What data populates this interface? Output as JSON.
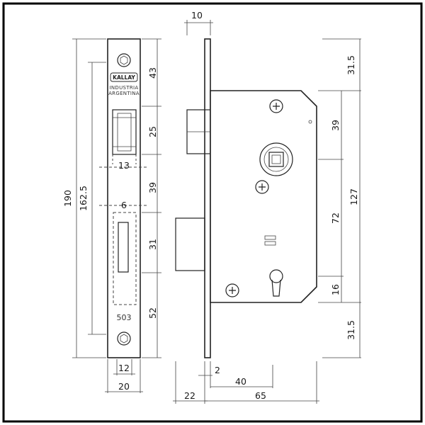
{
  "brand": {
    "logo_text": "KALLAY",
    "line1": "INDUSTRIA",
    "line2": "ARGENTINA",
    "model": "503"
  },
  "dimensions": {
    "backset_top": "10",
    "total_height": "190",
    "screw_spacing": "162.5",
    "seg_43": "43",
    "seg_25": "25",
    "seg_39_left": "39",
    "seg_31": "31",
    "seg_52": "52",
    "latch_width": "13",
    "bolt_width": "6",
    "faceplate_inner": "12",
    "faceplate_width": "20",
    "right_top": "31.5",
    "right_39": "39",
    "right_127": "127",
    "right_72": "72",
    "right_16": "16",
    "right_bottom": "31.5",
    "bottom_2": "2",
    "bottom_40": "40",
    "bottom_22": "22",
    "bottom_65": "65"
  }
}
